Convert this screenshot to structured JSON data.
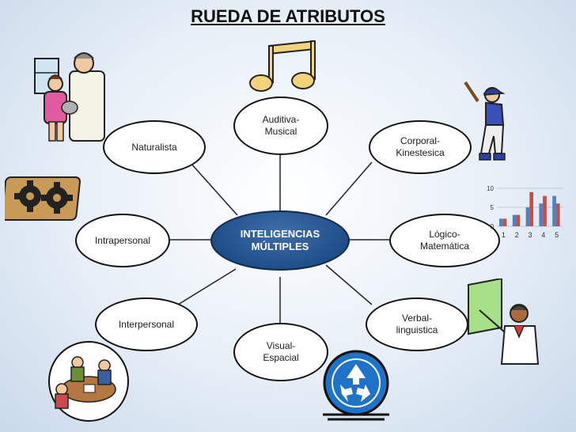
{
  "title": "RUEDA DE ATRIBUTOS",
  "center": {
    "line1": "INTELIGENCIAS",
    "line2": "MÚLTIPLES"
  },
  "nodes": {
    "auditiva": {
      "line1": "Auditiva-",
      "line2": "Musical"
    },
    "naturalista": {
      "line1": "Naturalista"
    },
    "corporal": {
      "line1": "Corporal-",
      "line2": "Kinestesica"
    },
    "intrapersonal": {
      "line1": "Intrapersonal"
    },
    "logico": {
      "line1": "Lógico-",
      "line2": "Matemática"
    },
    "interpersonal": {
      "line1": "Interpersonal"
    },
    "verbal": {
      "line1": "Verbal-",
      "line2": "linguistica"
    },
    "visual": {
      "line1": "Visual-",
      "line2": "Espacial"
    }
  },
  "icons": [
    "music-notes-icon",
    "family-doctor-icon",
    "baseball-player-icon",
    "gears-icon",
    "bar-chart-icon",
    "teacher-icon",
    "meeting-icon",
    "recycle-icon"
  ],
  "chart_data": {
    "type": "bar",
    "categories": [
      "1",
      "2",
      "3",
      "4",
      "5"
    ],
    "series": [
      {
        "values": [
          2,
          3,
          5,
          6,
          8
        ]
      },
      {
        "values": [
          2,
          3,
          9,
          8,
          6
        ]
      }
    ],
    "yticks": [
      0,
      5,
      10
    ],
    "ylim": [
      0,
      10
    ],
    "colors": [
      "#4f81bd",
      "#c0504d"
    ]
  }
}
